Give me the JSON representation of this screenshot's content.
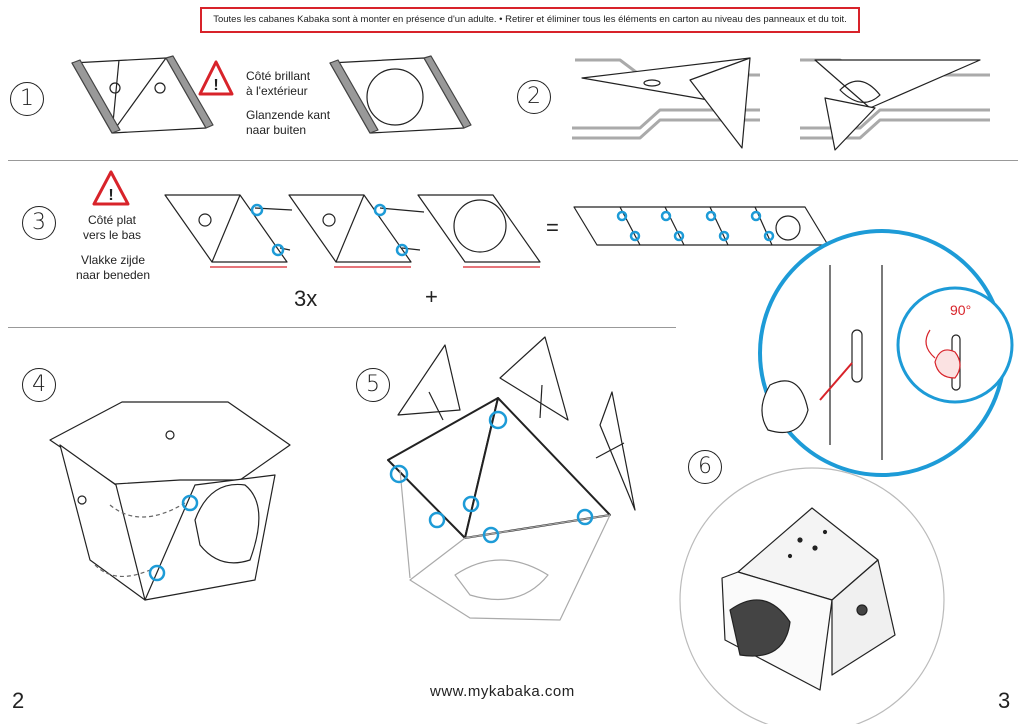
{
  "notice": "Toutes les cabanes Kabaka sont à monter en présence d'un adulte. • Retirer et éliminer tous les éléments en carton au niveau des panneaux et du toit.",
  "steps": {
    "s1": "1",
    "s2": "2",
    "s3": "3",
    "s4": "4",
    "s5": "5",
    "s6": "6"
  },
  "step1_note": {
    "fr_line1": "Côté brillant",
    "fr_line2": "à l'extérieur",
    "nl_line1": "Glanzende kant",
    "nl_line2": "naar buiten"
  },
  "step3_note": {
    "fr_line1": "Côté plat",
    "fr_line2": "vers le bas",
    "nl_line1": "Vlakke zijde",
    "nl_line2": "naar beneden"
  },
  "step3_multiplier": "3x",
  "step3_plus": "+",
  "step3_equals": "=",
  "rotation_label": "90°",
  "website": "www.mykabaka.com",
  "page_left": "2",
  "page_right": "3",
  "colors": {
    "warning_red": "#d8232a",
    "highlight_blue": "#1d9bd7",
    "line_gray": "#999999"
  },
  "icons": [
    "warning-triangle-icon",
    "warning-triangle-icon"
  ]
}
